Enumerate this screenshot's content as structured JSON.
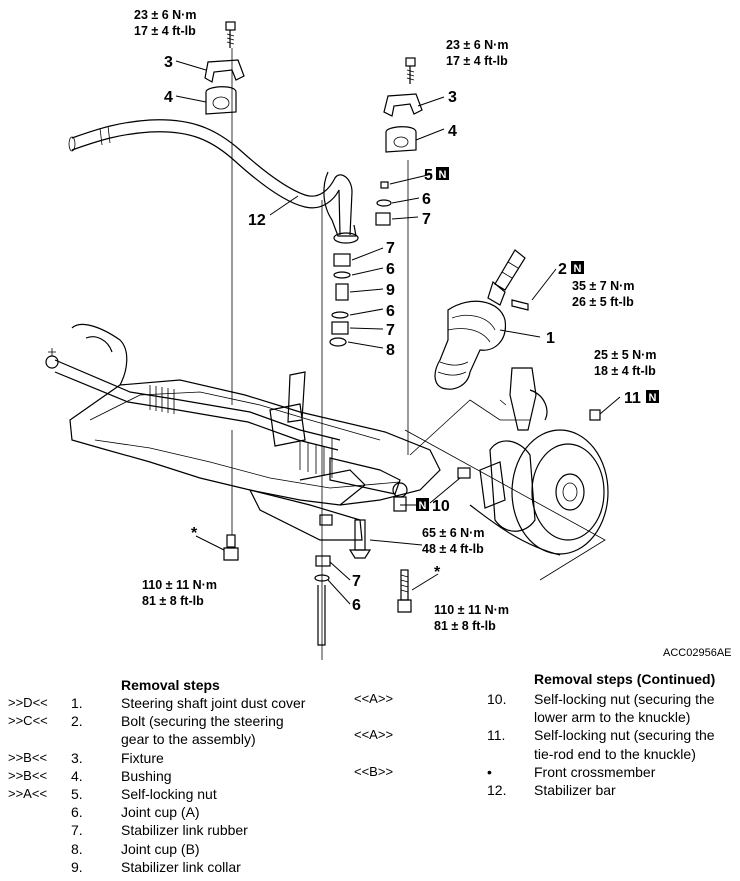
{
  "diagram": {
    "code": "ACC02956AE",
    "callouts": {
      "c3a": "3",
      "c4a": "4",
      "c12": "12",
      "c3b": "3",
      "c4b": "4",
      "c5": "5",
      "c6a": "6",
      "c7a": "7",
      "c7b": "7",
      "c6b": "6",
      "c9": "9",
      "c6c": "6",
      "c7c": "7",
      "c8": "8",
      "c2": "2",
      "c1": "1",
      "c11": "11",
      "c10": "10",
      "c7d": "7",
      "c6d": "6",
      "star_a": "*",
      "star_b": "*"
    },
    "badge_letter": "N",
    "torques": {
      "t1_nm": "23 ± 6 N·m",
      "t1_ft": "17 ± 4 ft-lb",
      "t2_nm": "23 ± 6 N·m",
      "t2_ft": "17 ± 4 ft-lb",
      "t3_nm": "35 ± 7 N·m",
      "t3_ft": "26 ± 5 ft-lb",
      "t4_nm": "25 ± 5 N·m",
      "t4_ft": "18 ± 4 ft-lb",
      "t5_nm": "65 ± 6 N·m",
      "t5_ft": "48 ± 4 ft-lb",
      "t6_nm": "110 ± 11 N·m",
      "t6_ft": "81 ± 8 ft-lb",
      "t7_nm": "110 ± 11 N·m",
      "t7_ft": "81 ± 8 ft-lb"
    }
  },
  "removal_steps": {
    "title": "Removal steps",
    "items": [
      {
        "mark": ">>D<<",
        "num": "1.",
        "text": "Steering shaft joint dust cover"
      },
      {
        "mark": ">>C<<",
        "num": "2.",
        "text": "Bolt (securing the steering"
      },
      {
        "mark": "",
        "num": "",
        "text": "gear to the assembly)"
      },
      {
        "mark": ">>B<<",
        "num": "3.",
        "text": "Fixture"
      },
      {
        "mark": ">>B<<",
        "num": "4.",
        "text": "Bushing"
      },
      {
        "mark": ">>A<<",
        "num": "5.",
        "text": "Self-locking nut"
      },
      {
        "mark": "",
        "num": "6.",
        "text": "Joint cup (A)"
      },
      {
        "mark": "",
        "num": "7.",
        "text": "Stabilizer link rubber"
      },
      {
        "mark": "",
        "num": "8.",
        "text": "Joint cup (B)"
      },
      {
        "mark": "",
        "num": "9.",
        "text": "Stabilizer link collar"
      }
    ]
  },
  "removal_steps_continued": {
    "title": "Removal steps (Continued)",
    "items": [
      {
        "mark": "<<A>>",
        "num": "10.",
        "text": "Self-locking nut (securing the"
      },
      {
        "mark": "",
        "num": "",
        "text": "lower arm to the knuckle)"
      },
      {
        "mark": "<<A>>",
        "num": "11.",
        "text": "Self-locking nut (securing the"
      },
      {
        "mark": "",
        "num": "",
        "text": "tie-rod end to the knuckle)"
      },
      {
        "mark": "<<B>>",
        "num": "•",
        "text": "Front crossmember"
      },
      {
        "mark": "",
        "num": "12.",
        "text": "Stabilizer bar"
      }
    ]
  }
}
